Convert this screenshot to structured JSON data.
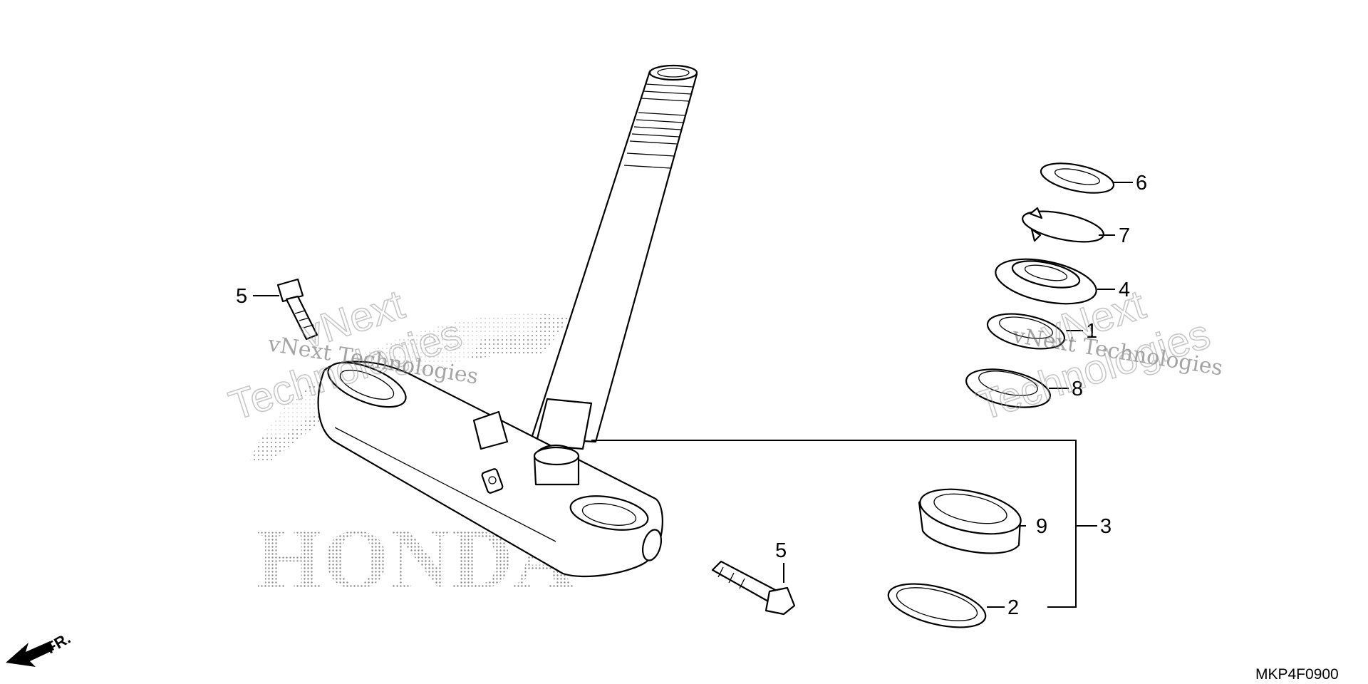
{
  "diagram": {
    "diagram_code": "MKP4F0900",
    "front_arrow_label": "FR.",
    "background_logo": "HONDA",
    "callouts": {
      "c1": "1",
      "c2": "2",
      "c3": "3",
      "c4": "4",
      "c5_left": "5",
      "c5_bottom": "5",
      "c6": "6",
      "c7": "7",
      "c8": "8",
      "c9": "9"
    }
  },
  "watermarks": {
    "top_left": "vNext",
    "serif_left": "vNext Technologies",
    "outline_left": "Technologies",
    "top_right": "vNext",
    "serif_right": "vNext Technologies",
    "outline_right": "Technologies"
  },
  "colors": {
    "line": "#000000",
    "watermark": "#9a9a9a",
    "logo_dots": "#8a8a8a",
    "background": "#ffffff"
  }
}
